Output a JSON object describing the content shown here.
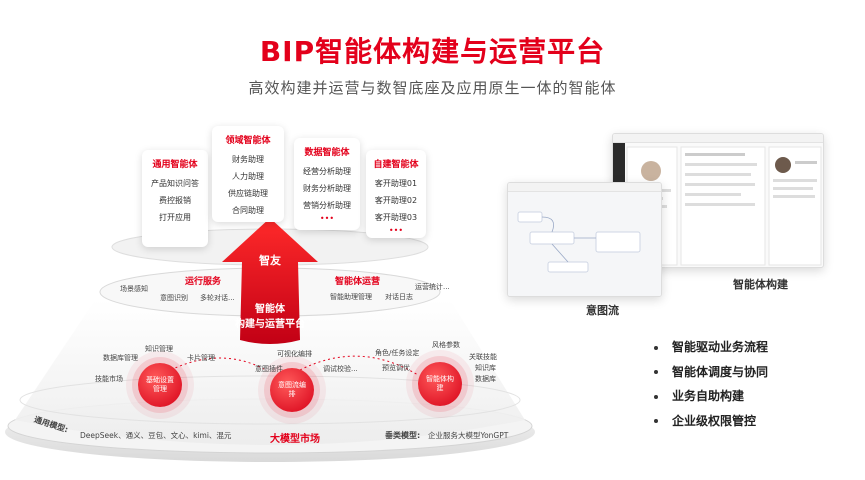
{
  "header": {
    "title": "BIP智能体构建与运营平台",
    "subtitle": "高效构建并运营与数智底座及应用原生一体的智能体"
  },
  "agents": {
    "general": {
      "title": "通用智能体",
      "items": [
        "产品知识问答",
        "费控报销",
        "打开应用"
      ]
    },
    "domain": {
      "title": "领域智能体",
      "items": [
        "财务助理",
        "人力助理",
        "供应链助理",
        "合同助理"
      ]
    },
    "data": {
      "title": "数据智能体",
      "items": [
        "经营分析助理",
        "财务分析助理",
        "营销分析助理"
      ],
      "dots": "•••"
    },
    "custom": {
      "title": "自建智能体",
      "items": [
        "客开助理01",
        "客开助理02",
        "客开助理03"
      ],
      "dots": "•••"
    }
  },
  "arrow": {
    "top_label": "智友",
    "main_label_line1": "智能体",
    "main_label_line2": "构建与运营平台"
  },
  "ops_layer": {
    "run_service": "运行服务",
    "agent_ops": "智能体运营",
    "left_items": [
      "场景感知",
      "意图识别",
      "多轮对话..."
    ],
    "right_items": [
      "智能助理管理",
      "对话日志",
      "运营统计..."
    ]
  },
  "build_layer": {
    "circle_left": "基础设置管理",
    "circle_mid": "意图流编排",
    "circle_right": "智能体构建",
    "left_items": [
      "知识管理",
      "数据库管理",
      "卡片管理",
      "技能市场"
    ],
    "mid_items": [
      "可视化编排",
      "意图插件",
      "调试校验..."
    ],
    "right_items": [
      "角色/任务设定",
      "预览调优",
      "风格参数",
      "关联技能",
      "知识库",
      "数据库"
    ]
  },
  "model_layer": {
    "general_label": "通用模型:",
    "general_models": "DeepSeek、通义、豆包、文心、kimi、混元",
    "market": "大模型市场",
    "vertical_label": "垂类模型:",
    "vertical_models": "企业服务大模型YonGPT"
  },
  "screenshots": {
    "intent_flow_caption": "意图流",
    "agent_build_caption": "智能体构建"
  },
  "bullets": [
    "智能驱动业务流程",
    "智能体调度与协同",
    "业务自助构建",
    "企业级权限管控"
  ],
  "colors": {
    "brand_red": "#e3001b",
    "text_dark": "#222222"
  }
}
